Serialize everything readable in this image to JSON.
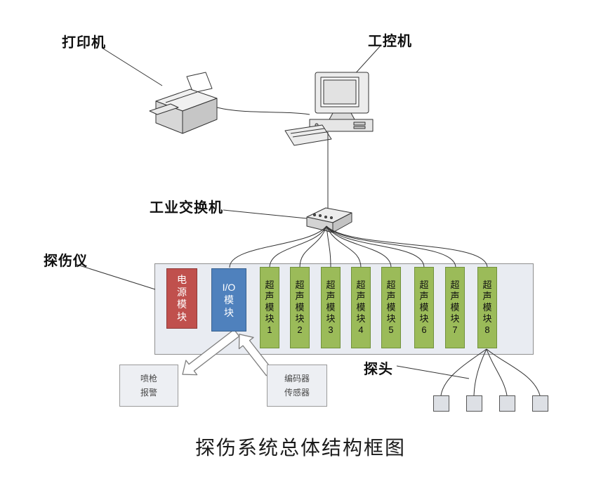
{
  "title": "探伤系统总体结构框图",
  "labels": {
    "printer": "打印机",
    "computer": "工控机",
    "switch": "工业交换机",
    "detector": "探伤仪",
    "probes": "探头"
  },
  "detector": {
    "power_module": "电\n源\n模\n块",
    "io_module": "I/O\n模\n块",
    "ultrasonic_modules": [
      "超\n声\n模\n块\n1",
      "超\n声\n模\n块\n2",
      "超\n声\n模\n块\n3",
      "超\n声\n模\n块\n4",
      "超\n声\n模\n块\n5",
      "超\n声\n模\n块\n6",
      "超\n声\n模\n块\n7",
      "超\n声\n模\n块\n8"
    ]
  },
  "peripherals": {
    "spray_alarm": "喷枪\n报警",
    "encoder_sensor": "编码器\n传感器"
  },
  "colors": {
    "power_module": "#c0504d",
    "io_module": "#4f81bd",
    "ultrasonic_module": "#9bbb59",
    "panel_fill": "#e9ecf2"
  }
}
